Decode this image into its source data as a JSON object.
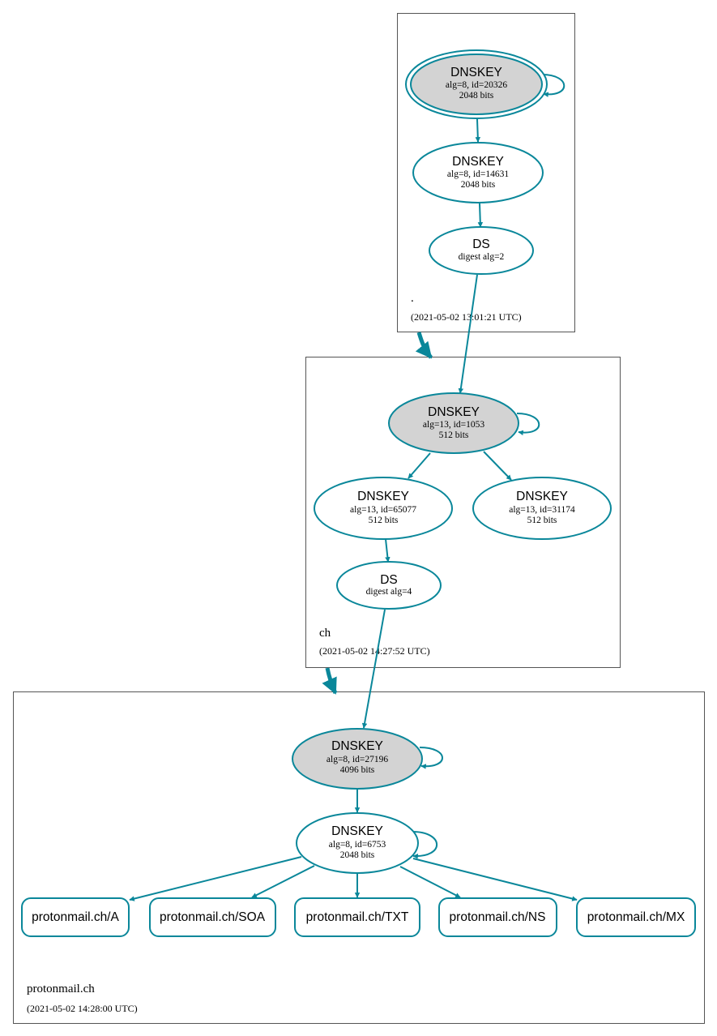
{
  "colors": {
    "accent": "#0a879a",
    "ksk_fill": "#d3d3d3",
    "zsk_fill": "#ffffff",
    "border": "#555555"
  },
  "zones": [
    {
      "name": ".",
      "timestamp": "(2021-05-02 13:01:21 UTC)"
    },
    {
      "name": "ch",
      "timestamp": "(2021-05-02 14:27:52 UTC)"
    },
    {
      "name": "protonmail.ch",
      "timestamp": "(2021-05-02 14:28:00 UTC)"
    }
  ],
  "nodes": {
    "root_ksk": {
      "title": "DNSKEY",
      "line1": "alg=8, id=20326",
      "line2": "2048 bits"
    },
    "root_zsk": {
      "title": "DNSKEY",
      "line1": "alg=8, id=14631",
      "line2": "2048 bits"
    },
    "root_ds": {
      "title": "DS",
      "line1": "digest alg=2"
    },
    "ch_ksk": {
      "title": "DNSKEY",
      "line1": "alg=13, id=1053",
      "line2": "512 bits"
    },
    "ch_zsk1": {
      "title": "DNSKEY",
      "line1": "alg=13, id=65077",
      "line2": "512 bits"
    },
    "ch_zsk2": {
      "title": "DNSKEY",
      "line1": "alg=13, id=31174",
      "line2": "512 bits"
    },
    "ch_ds": {
      "title": "DS",
      "line1": "digest alg=4"
    },
    "pm_ksk": {
      "title": "DNSKEY",
      "line1": "alg=8, id=27196",
      "line2": "4096 bits"
    },
    "pm_zsk": {
      "title": "DNSKEY",
      "line1": "alg=8, id=6753",
      "line2": "2048 bits"
    }
  },
  "rrsets": [
    {
      "label": "protonmail.ch/A"
    },
    {
      "label": "protonmail.ch/SOA"
    },
    {
      "label": "protonmail.ch/TXT"
    },
    {
      "label": "protonmail.ch/NS"
    },
    {
      "label": "protonmail.ch/MX"
    }
  ]
}
